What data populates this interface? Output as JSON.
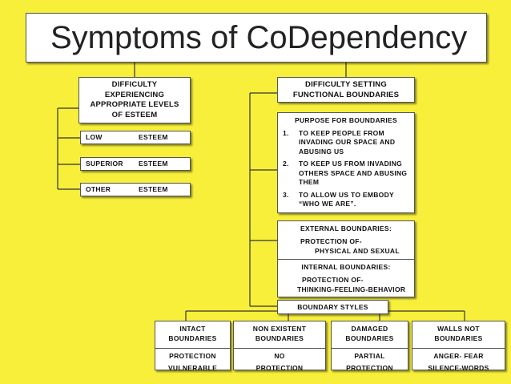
{
  "title": "Symptoms of CoDependency",
  "left": {
    "header_lines": [
      "DIFFICULTY",
      "EXPERIENCING",
      "APPROPRIATE LEVELS",
      "OF ESTEEM"
    ],
    "items": [
      {
        "a": "LOW",
        "b": "ESTEEM"
      },
      {
        "a": "SUPERIOR",
        "b": "ESTEEM"
      },
      {
        "a": "OTHER",
        "b": "ESTEEM"
      }
    ]
  },
  "right": {
    "header_lines": [
      "DIFFICULTY SETTING",
      "FUNCTIONAL BOUNDARIES"
    ],
    "purpose": {
      "heading": "PURPOSE FOR BOUNDARIES",
      "items": [
        {
          "num": "1.",
          "lines": [
            "TO KEEP PEOPLE FROM",
            "INVADING OUR SPACE AND",
            "ABUSING US"
          ]
        },
        {
          "num": "2.",
          "lines": [
            "TO KEEP US FROM INVADING",
            "OTHERS SPACE AND ABUSING",
            "THEM"
          ]
        },
        {
          "num": "3.",
          "lines": [
            "TO ALLOW US TO EMBODY",
            "“WHO WE ARE”."
          ]
        }
      ]
    },
    "external": {
      "heading": "EXTERNAL BOUNDARIES:",
      "line1": "PROTECTION OF-",
      "line2": "PHYSICAL AND SEXUAL"
    },
    "internal": {
      "heading": "INTERNAL BOUNDARIES:",
      "line1": "PROTECTION OF-",
      "line2": "THINKING-FEELING-BEHAVIOR"
    },
    "styles_label": "BOUNDARY STYLES"
  },
  "styles": [
    {
      "name_lines": [
        "INTACT",
        "BOUNDARIES"
      ],
      "desc1": "PROTECTION",
      "desc2": "VULNERABLE"
    },
    {
      "name_lines": [
        "NON EXISTENT",
        "BOUNDARIES"
      ],
      "desc1": "NO",
      "desc2": "PROTECTION"
    },
    {
      "name_lines": [
        "DAMAGED",
        "BOUNDARIES"
      ],
      "desc1": "PARTIAL",
      "desc2": "PROTECTION"
    },
    {
      "name_lines": [
        "WALLS NOT",
        "BOUNDARIES"
      ],
      "desc1": "ANGER- FEAR",
      "desc2": "SILENCE-WORDS"
    }
  ]
}
